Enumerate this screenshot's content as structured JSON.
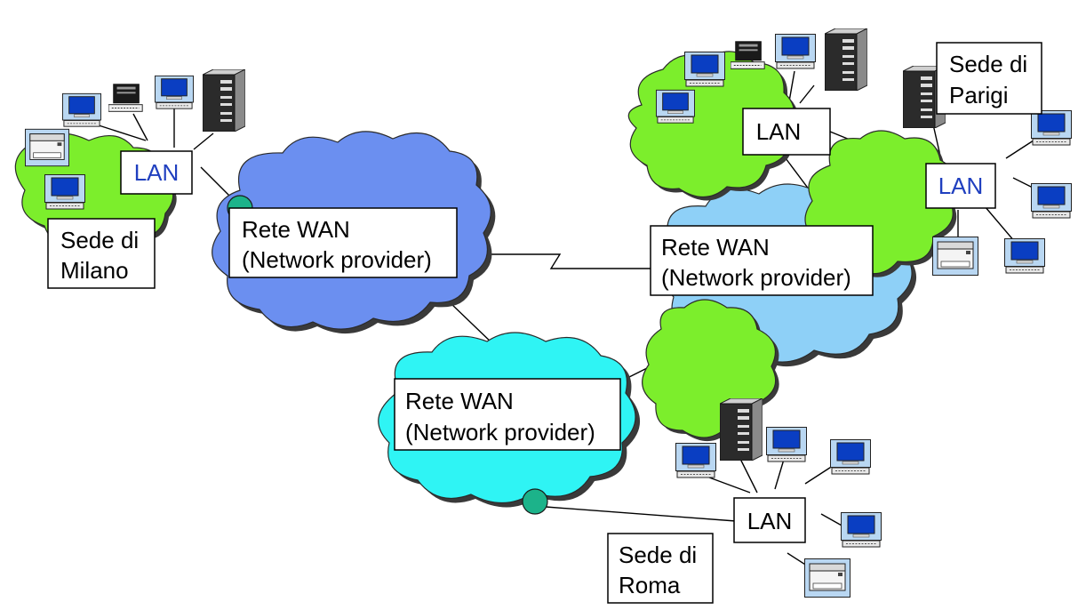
{
  "diagram": {
    "wan_label_line1": "Rete WAN",
    "wan_label_line2": "(Network provider)",
    "lan_label": "LAN",
    "sites": {
      "milano": {
        "line1": "Sede di",
        "line2": "Milano"
      },
      "parigi": {
        "line1": "Sede di",
        "line2": "Parigi"
      },
      "roma": {
        "line1": "Sede di",
        "line2": "Roma"
      }
    },
    "colors": {
      "wan_blue": "#6b8ff0",
      "wan_lightblue": "#8ed0f7",
      "wan_cyan": "#2ff4f4",
      "lan_green": "#7cee2c",
      "router_teal": "#1cb38a",
      "lan_text_blue": "#1f3fbf"
    }
  }
}
